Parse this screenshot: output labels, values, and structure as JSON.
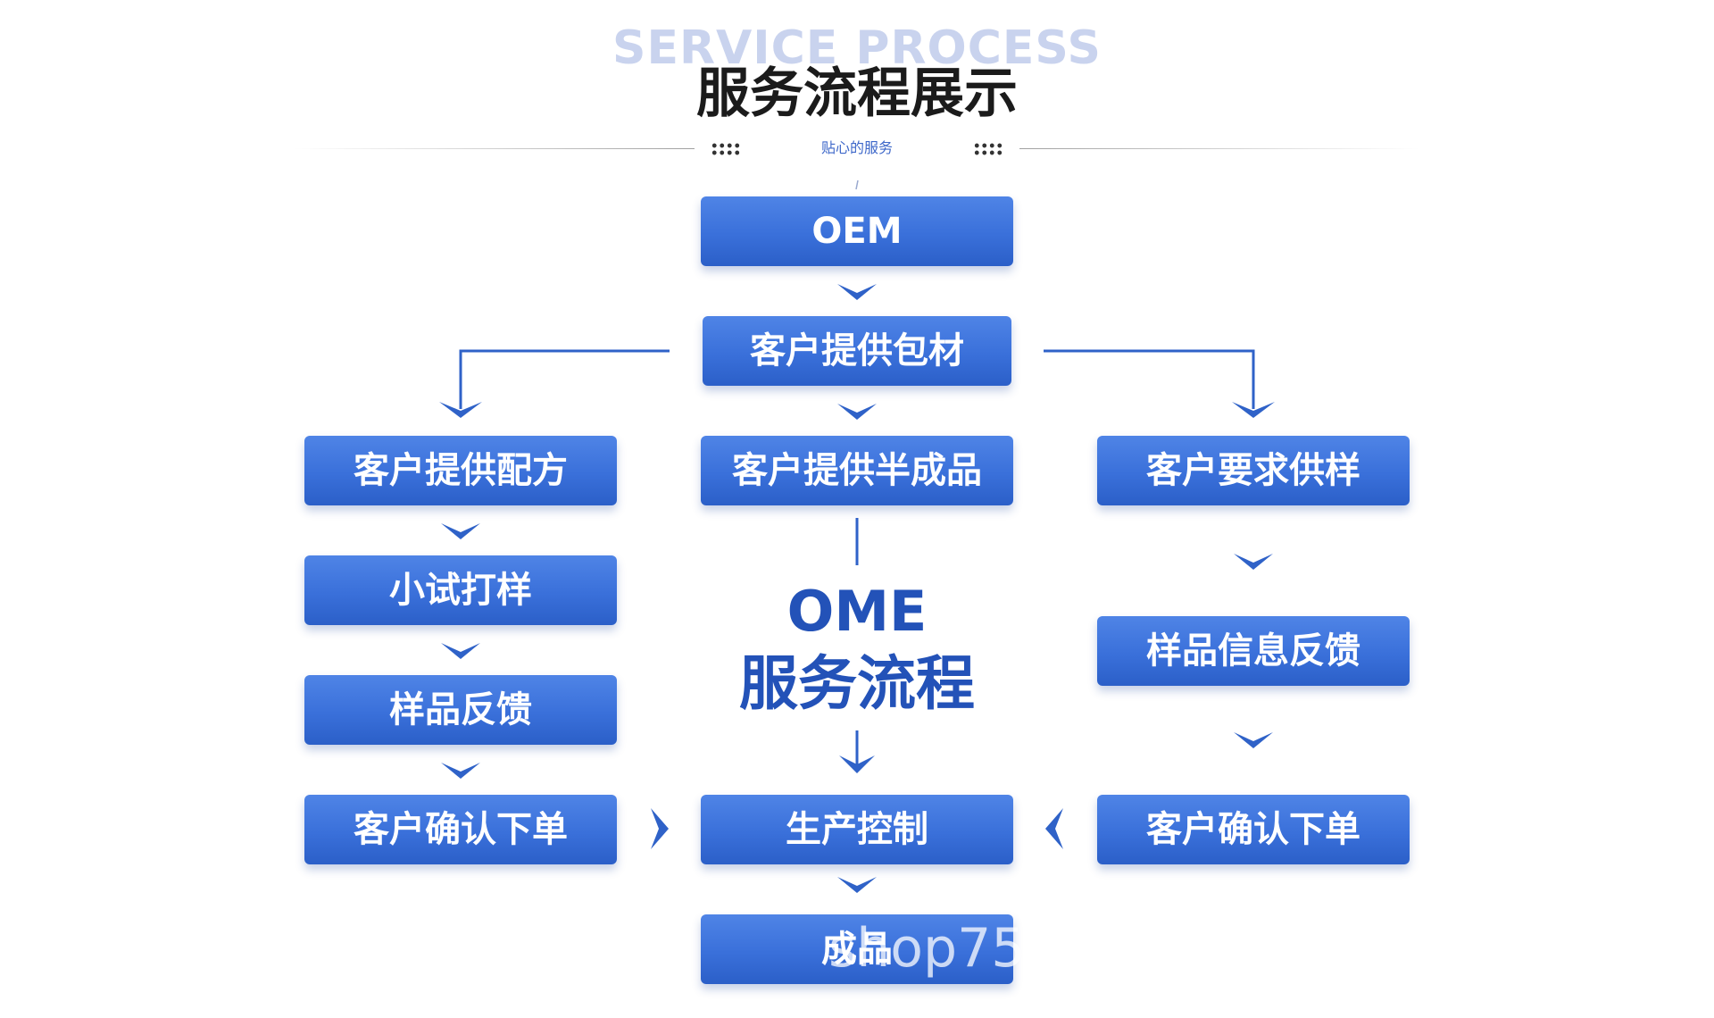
{
  "header": {
    "background_title": "SERVICE PROCESS",
    "title": "服务流程展示",
    "subtitle": "贴心的服务"
  },
  "boxes": {
    "oem": "OEM",
    "packaging": "客户提供包材",
    "formula": "客户提供配方",
    "semi_finished": "客户提供半成品",
    "sample_request": "客户要求供样",
    "trial_sample": "小试打样",
    "sample_feedback_left": "样品反馈",
    "sample_info_feedback": "样品信息反馈",
    "confirm_order_left": "客户确认下单",
    "production_control": "生产控制",
    "confirm_order_right": "客户确认下单",
    "finished_product": "成品"
  },
  "center_label": {
    "line1": "OME",
    "line2": "服务流程"
  },
  "watermark": "shop75",
  "colors": {
    "box_gradient_top": "#4f84e6",
    "box_gradient_bottom": "#2b5fc8",
    "connector": "#2f62c8",
    "center_label": "#2352b8",
    "title": "#1b1b1b",
    "subtitle": "#3d67c9"
  }
}
